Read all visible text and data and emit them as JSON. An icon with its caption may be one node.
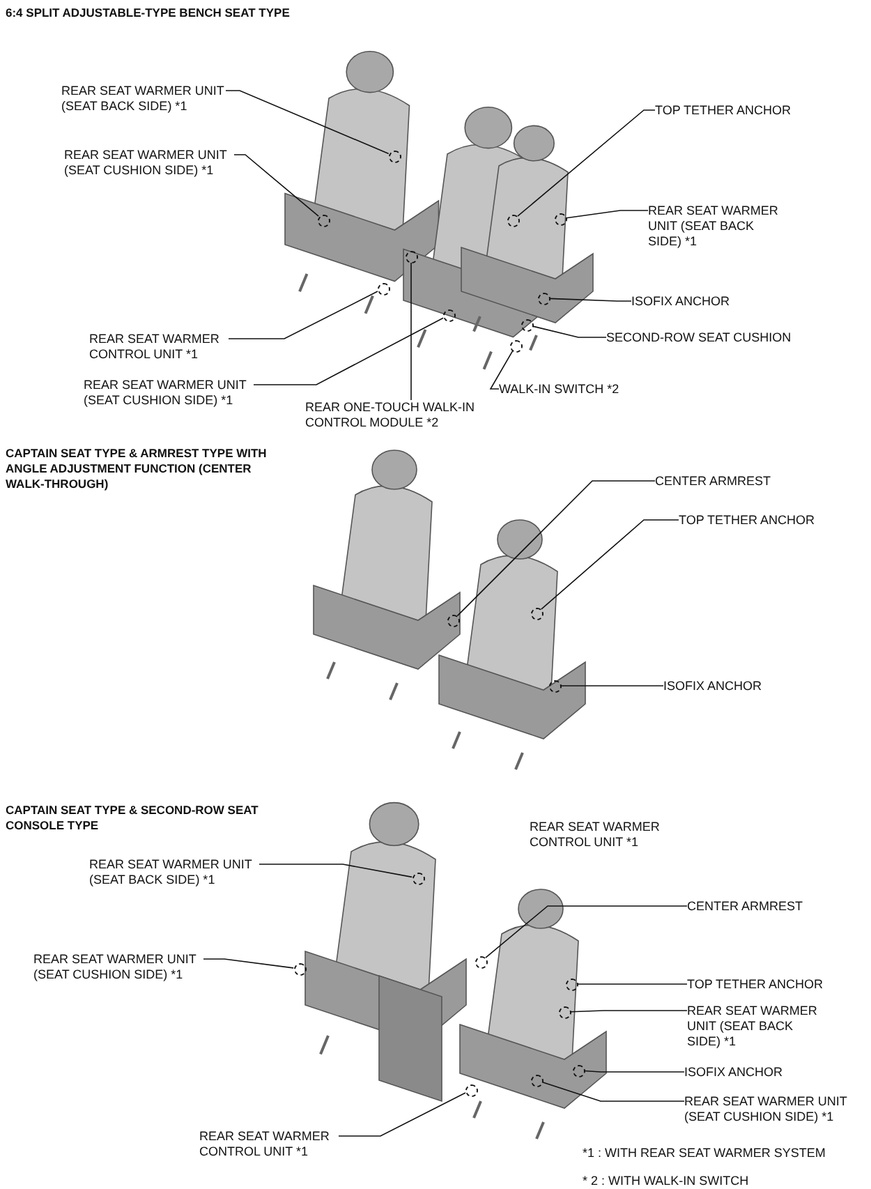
{
  "diagram": {
    "nodes": [
      {
        "text": [
          "REAR SEAT WARMER UNIT (SEAT BACK SIDE) *1"
        ]
      },
      {
        "text": [
          "REAR SEAT WARMER UNIT (SEAT CUSHION SIDE) *1"
        ]
      },
      {
        "text": [
          "TOP TETHER ANCHOR"
        ]
      },
      {
        "text": [
          "REAR SEAT WARMER UNIT (SEAT BACK SIDE) *1"
        ]
      },
      {
        "text": [
          "ISOFIX ANCHOR"
        ]
      },
      {
        "text": [
          "SECOND-ROW SEAT CUSHION"
        ]
      },
      {
        "text": [
          "REAR SEAT WARMER CONTROL UNIT *1"
        ]
      },
      {
        "text": [
          "WALK-IN SWITCH *2"
        ]
      },
      {
        "text": [
          "REAR SEAT WARMER UNIT (SEAT CUSHION SIDE) *1"
        ]
      },
      {
        "text": [
          "REAR ONE-TOUCH WALK-IN CONTROL MODULE *2"
        ]
      },
      {
        "text": [
          "CENTER ARMREST"
        ]
      },
      {
        "text": [
          "TOP TETHER ANCHOR"
        ]
      },
      {
        "text": [
          "ISOFIX ANCHOR"
        ]
      },
      {
        "text": [
          "REAR SEAT WARMER UNIT (SEAT BACK SIDE) *1"
        ]
      },
      {
        "text": [
          "CENTER ARMREST"
        ]
      },
      {
        "text": [
          "REAR SEAT WARMER UNIT (SEAT CUSHION SIDE) *1"
        ]
      },
      {
        "text": [
          "TOP TETHER ANCHOR"
        ]
      },
      {
        "text": [
          "REAR SEAT WARMER UNIT (SEAT BACK SIDE) *1"
        ]
      },
      {
        "text": [
          "ISOFIX ANCHOR"
        ]
      },
      {
        "text": [
          "REAR SEAT WARMER UNIT (SEAT CUSHION SIDE) *1"
        ]
      },
      {
        "text": [
          "REAR SEAT WARMER CONTROL UNIT *1"
        ]
      },
      {
        "text": [],
        "shape": "circle"
      },
      {
        "text": [],
        "shape": "circle"
      },
      {
        "text": [],
        "shape": "circle"
      },
      {
        "text": [],
        "shape": "circle"
      },
      {
        "text": [],
        "shape": "circle"
      },
      {
        "text": [],
        "shape": "circle"
      },
      {
        "text": [],
        "shape": "circle"
      },
      {
        "text": [],
        "shape": "circle"
      },
      {
        "text": [],
        "shape": "circle"
      },
      {
        "text": [],
        "shape": "circle"
      },
      {
        "text": [],
        "shape": "circle"
      },
      {
        "text": [],
        "shape": "circle"
      },
      {
        "text": [],
        "shape": "circle"
      },
      {
        "text": [],
        "shape": "circle"
      },
      {
        "text": [],
        "shape": "circle"
      },
      {
        "text": [],
        "shape": "circle"
      },
      {
        "text": [],
        "shape": "circle"
      },
      {
        "text": [],
        "shape": "circle"
      },
      {
        "text": [],
        "shape": "circle"
      },
      {
        "text": [],
        "shape": "circle"
      },
      {
        "text": [],
        "shape": "circle"
      }
    ],
    "edges": [
      {
        "from": 0,
        "to": 21,
        "arrow": "none"
      },
      {
        "from": 1,
        "to": 22,
        "arrow": "none"
      },
      {
        "from": 2,
        "to": 23,
        "arrow": "none"
      },
      {
        "from": 3,
        "to": 24,
        "arrow": "none"
      },
      {
        "from": 4,
        "to": 25,
        "arrow": "none"
      },
      {
        "from": 5,
        "to": 26,
        "arrow": "none"
      },
      {
        "from": 6,
        "to": 27,
        "arrow": "none"
      },
      {
        "from": 7,
        "to": 28,
        "arrow": "none"
      },
      {
        "from": 8,
        "to": 29,
        "arrow": "none"
      },
      {
        "from": 9,
        "to": 30,
        "arrow": "none"
      },
      {
        "from": 10,
        "to": 31,
        "arrow": "none"
      },
      {
        "from": 11,
        "to": 32,
        "arrow": "none"
      },
      {
        "from": 12,
        "to": 33,
        "arrow": "none"
      },
      {
        "from": 13,
        "to": 34,
        "arrow": "none"
      },
      {
        "from": 14,
        "to": 35,
        "arrow": "none"
      },
      {
        "from": 15,
        "to": 36,
        "arrow": "none"
      },
      {
        "from": 16,
        "to": 37,
        "arrow": "none"
      },
      {
        "from": 17,
        "to": 38,
        "arrow": "none"
      },
      {
        "from": 18,
        "to": 39,
        "arrow": "none"
      },
      {
        "from": 19,
        "to": 40,
        "arrow": "none"
      },
      {
        "from": 20,
        "to": 41,
        "arrow": "none"
      }
    ],
    "labels": [
      "6:4 SPLIT ADJUSTABLE-TYPE BENCH SEAT TYPE",
      "CAPTAIN SEAT TYPE & ARMREST TYPE WITH ANGLE ADJUSTMENT FUNCTION (CENTER WALK-THROUGH)",
      "CAPTAIN SEAT TYPE & SECOND-ROW SEAT CONSOLE TYPE",
      "REAR SEAT WARMER CONTROL UNIT *1",
      "*1 : WITH REAR SEAT WARMER SYSTEM",
      "* 2 : WITH WALK-IN SWITCH"
    ]
  }
}
